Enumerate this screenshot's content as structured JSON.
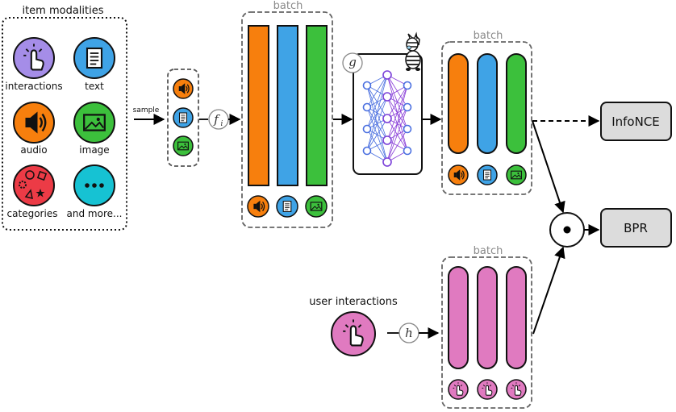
{
  "colors": {
    "audio": "#f77f0d",
    "text": "#3fa3e6",
    "image": "#3cc03c",
    "interactions": "#a58de8",
    "categories": "#ec3b46",
    "more": "#16c2d3",
    "user": "#e07ac0",
    "loss_box": "#dcdcdc",
    "network": "#7a3fd8"
  },
  "modalities": {
    "title": "item modalities",
    "items": [
      {
        "label": "interactions",
        "icon": "tap-icon",
        "color": "#a58de8"
      },
      {
        "label": "text",
        "icon": "document-icon",
        "color": "#3fa3e6"
      },
      {
        "label": "audio",
        "icon": "speaker-icon",
        "color": "#f77f0d"
      },
      {
        "label": "image",
        "icon": "image-icon",
        "color": "#3cc03c"
      },
      {
        "label": "categories",
        "icon": "shapes-icon",
        "color": "#ec3b46"
      },
      {
        "label": "and more...",
        "icon": "ellipsis-icon",
        "color": "#16c2d3"
      }
    ]
  },
  "sample_label": "sample",
  "functions": {
    "f": "f",
    "f_sub": "i",
    "g": "g",
    "h": "h"
  },
  "batch_label": "batch",
  "user_label": "user interactions",
  "losses": {
    "infonce": "InfoNCE",
    "bpr": "BPR"
  },
  "dot_product": "•"
}
